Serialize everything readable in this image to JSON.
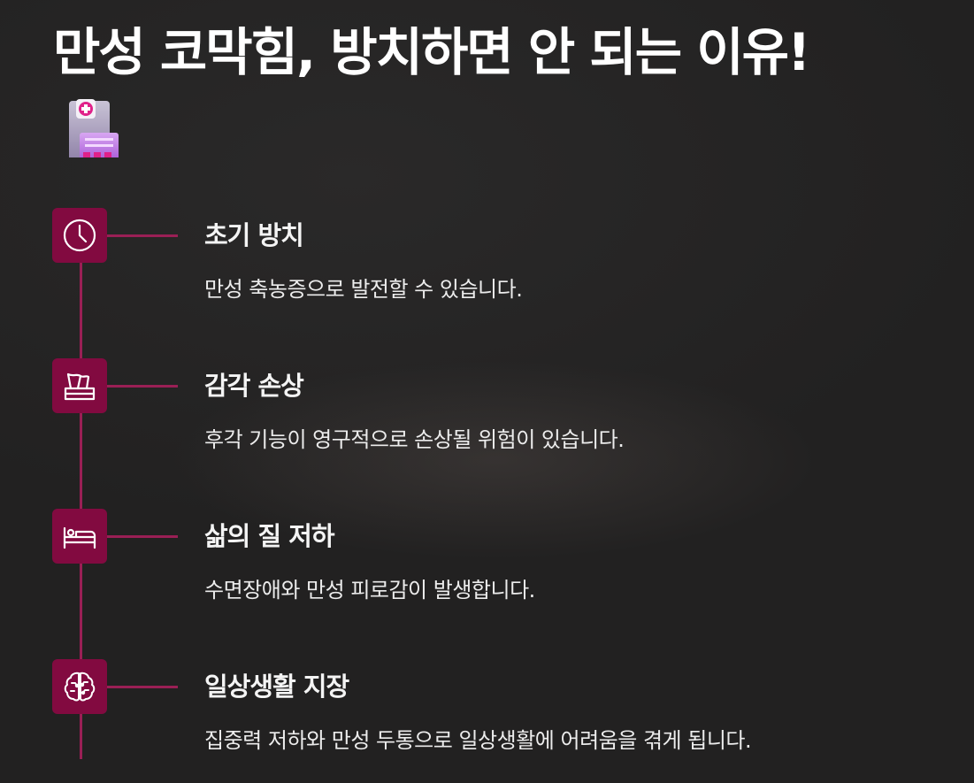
{
  "page": {
    "title": "만성 코막힘, 방치하면 안 되는 이유!"
  },
  "colors": {
    "accent": "#820a40",
    "line": "#9a1f55",
    "background": "#232222",
    "text": "#f2f2f2"
  },
  "header_icon": "clipboard-medical-icon",
  "items": [
    {
      "icon": "clock-icon",
      "title": "초기 방치",
      "description": "만성 축농증으로 발전할 수 있습니다."
    },
    {
      "icon": "tissue-box-icon",
      "title": "감각 손상",
      "description": "후각 기능이 영구적으로 손상될 위험이 있습니다."
    },
    {
      "icon": "bed-icon",
      "title": "삶의 질 저하",
      "description": "수면장애와 만성 피로감이 발생합니다."
    },
    {
      "icon": "brain-icon",
      "title": "일상생활 지장",
      "description": "집중력 저하와 만성 두통으로 일상생활에 어려움을 겪게 됩니다."
    }
  ]
}
